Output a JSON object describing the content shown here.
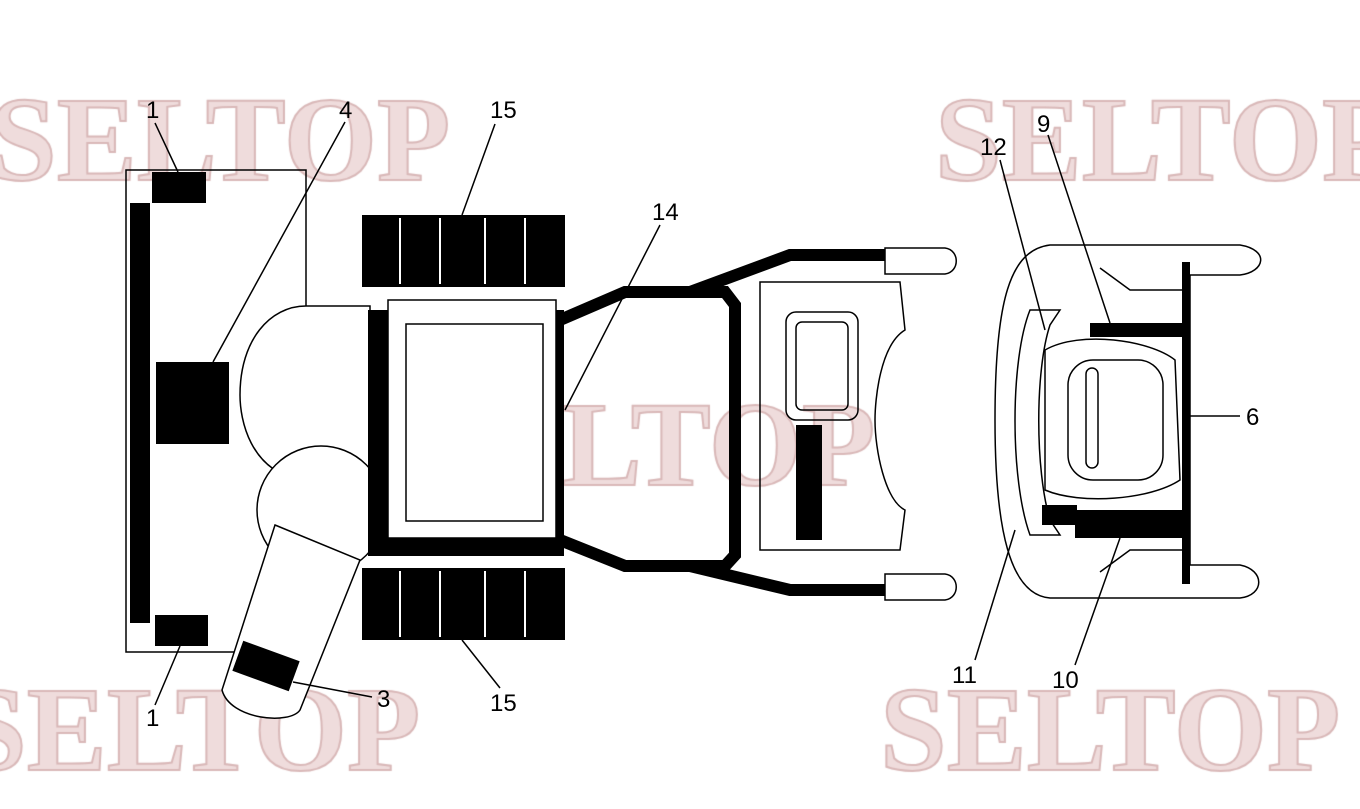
{
  "watermark": {
    "text": "SELTOP",
    "color": "#efdcdc"
  },
  "callouts": [
    {
      "id": "1-top",
      "text": "1"
    },
    {
      "id": "4",
      "text": "4"
    },
    {
      "id": "15-top",
      "text": "15"
    },
    {
      "id": "14",
      "text": "14"
    },
    {
      "id": "12",
      "text": "12"
    },
    {
      "id": "9",
      "text": "9"
    },
    {
      "id": "6",
      "text": "6"
    },
    {
      "id": "11",
      "text": "11"
    },
    {
      "id": "10",
      "text": "10"
    },
    {
      "id": "3",
      "text": "3"
    },
    {
      "id": "1-bottom",
      "text": "1"
    },
    {
      "id": "15-bottom",
      "text": "15"
    }
  ]
}
